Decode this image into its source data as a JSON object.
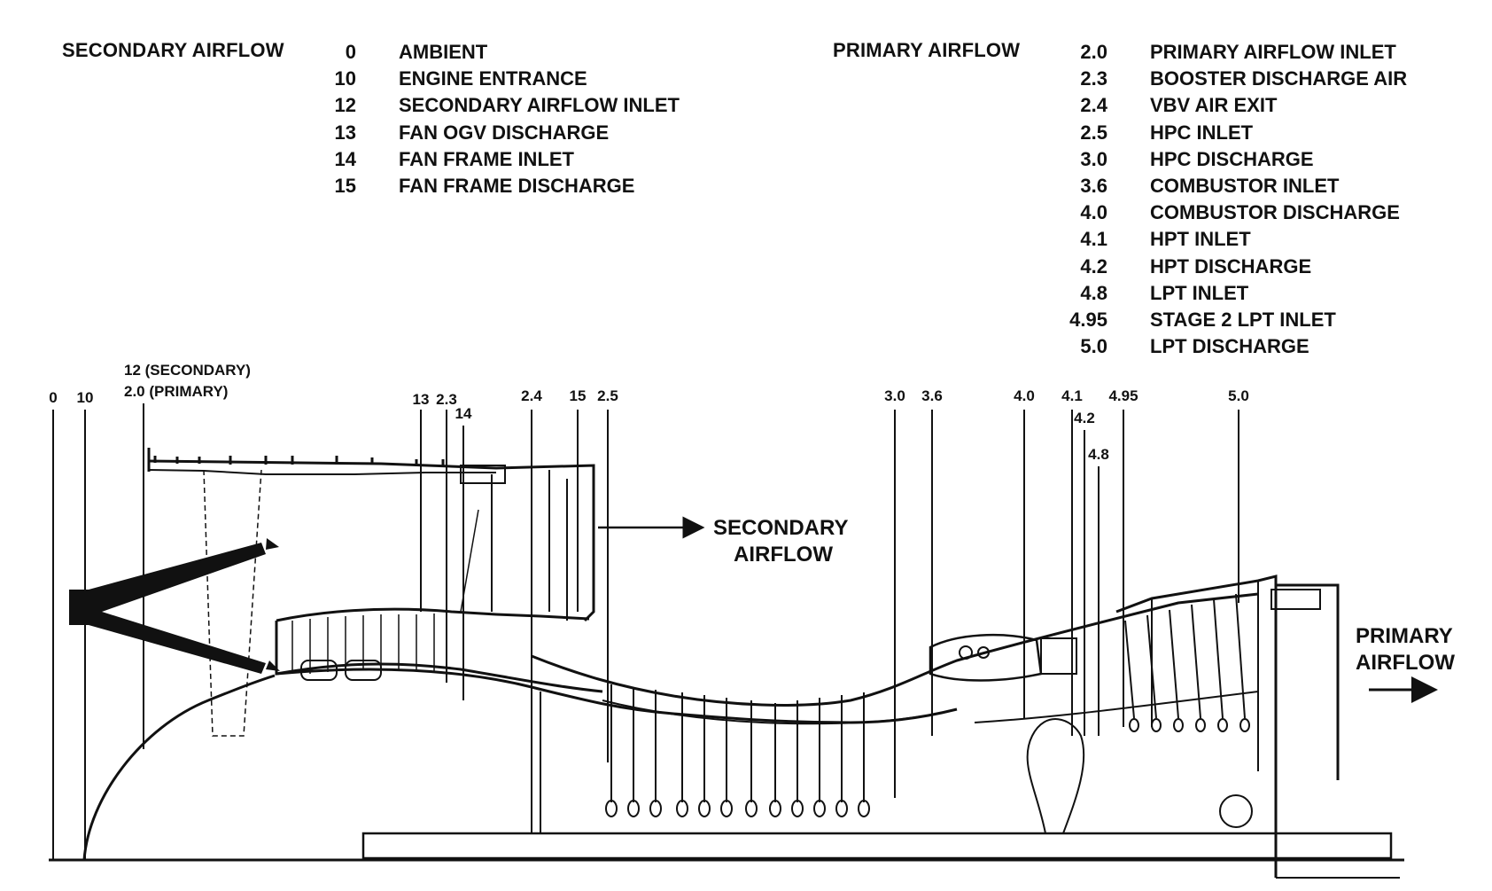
{
  "legend": {
    "secondary_title": "SECONDARY AIRFLOW",
    "secondary": [
      {
        "code": "0",
        "desc": "AMBIENT"
      },
      {
        "code": "10",
        "desc": "ENGINE ENTRANCE"
      },
      {
        "code": "12",
        "desc": "SECONDARY AIRFLOW INLET"
      },
      {
        "code": "13",
        "desc": "FAN OGV DISCHARGE"
      },
      {
        "code": "14",
        "desc": "FAN FRAME INLET"
      },
      {
        "code": "15",
        "desc": "FAN FRAME DISCHARGE"
      }
    ],
    "primary_title": "PRIMARY AIRFLOW",
    "primary": [
      {
        "code": "2.0",
        "desc": "PRIMARY AIRFLOW INLET"
      },
      {
        "code": "2.3",
        "desc": "BOOSTER DISCHARGE AIR"
      },
      {
        "code": "2.4",
        "desc": "VBV AIR EXIT"
      },
      {
        "code": "2.5",
        "desc": "HPC INLET"
      },
      {
        "code": "3.0",
        "desc": "HPC DISCHARGE"
      },
      {
        "code": "3.6",
        "desc": "COMBUSTOR INLET"
      },
      {
        "code": "4.0",
        "desc": "COMBUSTOR DISCHARGE"
      },
      {
        "code": "4.1",
        "desc": "HPT INLET"
      },
      {
        "code": "4.2",
        "desc": "HPT DISCHARGE"
      },
      {
        "code": "4.8",
        "desc": "LPT INLET"
      },
      {
        "code": "4.95",
        "desc": "STAGE 2 LPT INLET"
      },
      {
        "code": "5.0",
        "desc": "LPT DISCHARGE"
      }
    ]
  },
  "diagram": {
    "label_12_secondary": "12 (SECONDARY)",
    "label_2_0_primary": "2.0 (PRIMARY)",
    "stations": [
      "0",
      "10",
      "13",
      "2.3",
      "14",
      "2.4",
      "15",
      "2.5",
      "3.0",
      "3.6",
      "4.0",
      "4.1",
      "4.2",
      "4.8",
      "4.95",
      "5.0"
    ],
    "secondary_flow_label_1": "SECONDARY",
    "secondary_flow_label_2": "AIRFLOW",
    "primary_flow_label_1": "PRIMARY",
    "primary_flow_label_2": "AIRFLOW"
  }
}
